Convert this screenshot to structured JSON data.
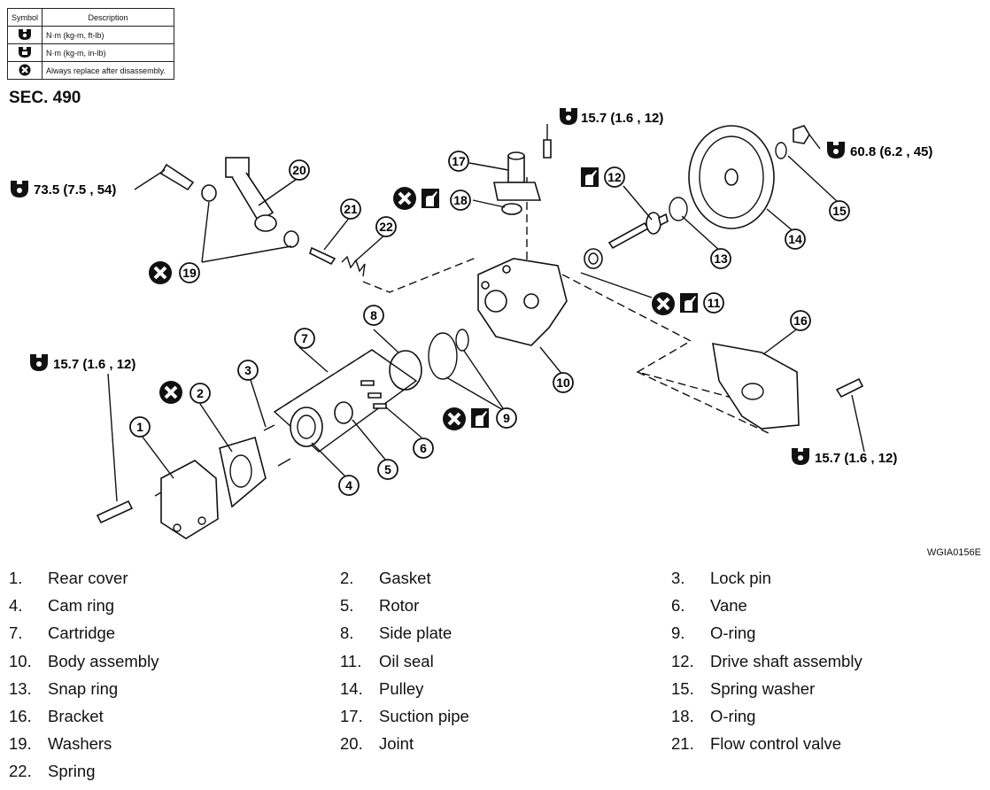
{
  "legend": {
    "header_symbol": "Symbol",
    "header_description": "Description",
    "rows": [
      {
        "icon": "torque-wrench-icon",
        "description": "N·m (kg-m, ft-lb)"
      },
      {
        "icon": "torque-wrench-inlb-icon",
        "description": "N·m (kg-m, in-lb)"
      },
      {
        "icon": "always-replace-icon",
        "description": "Always replace after disassembly."
      }
    ]
  },
  "section": "SEC. 490",
  "figure_code": "WGIA0156E",
  "torques": {
    "t_15_7_top": "15.7 (1.6 , 12)",
    "t_60_8": "60.8 (6.2 , 45)",
    "t_73_5": "73.5 (7.5 , 54)",
    "t_15_7_left": "15.7 (1.6 , 12)",
    "t_15_7_right": "15.7 (1.6 , 12)"
  },
  "callouts": [
    "1",
    "2",
    "3",
    "4",
    "5",
    "6",
    "7",
    "8",
    "9",
    "10",
    "11",
    "12",
    "13",
    "14",
    "15",
    "16",
    "17",
    "18",
    "19",
    "20",
    "21",
    "22"
  ],
  "parts": [
    {
      "num": "1.",
      "name": "Rear cover"
    },
    {
      "num": "2.",
      "name": "Gasket"
    },
    {
      "num": "3.",
      "name": "Lock pin"
    },
    {
      "num": "4.",
      "name": "Cam ring"
    },
    {
      "num": "5.",
      "name": "Rotor"
    },
    {
      "num": "6.",
      "name": "Vane"
    },
    {
      "num": "7.",
      "name": "Cartridge"
    },
    {
      "num": "8.",
      "name": "Side plate"
    },
    {
      "num": "9.",
      "name": "O-ring"
    },
    {
      "num": "10.",
      "name": "Body assembly"
    },
    {
      "num": "11.",
      "name": "Oil seal"
    },
    {
      "num": "12.",
      "name": "Drive shaft assembly"
    },
    {
      "num": "13.",
      "name": "Snap ring"
    },
    {
      "num": "14.",
      "name": "Pulley"
    },
    {
      "num": "15.",
      "name": "Spring washer"
    },
    {
      "num": "16.",
      "name": "Bracket"
    },
    {
      "num": "17.",
      "name": "Suction pipe"
    },
    {
      "num": "18.",
      "name": "O-ring"
    },
    {
      "num": "19.",
      "name": "Washers"
    },
    {
      "num": "20.",
      "name": "Joint"
    },
    {
      "num": "21.",
      "name": "Flow control valve"
    },
    {
      "num": "22.",
      "name": "Spring"
    }
  ]
}
